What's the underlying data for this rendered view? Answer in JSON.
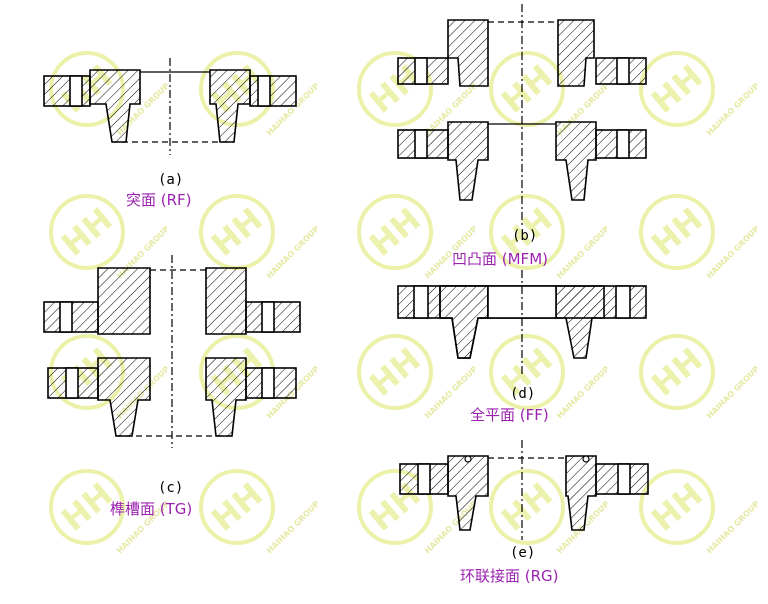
{
  "watermark": {
    "mark_text": "HH",
    "company": "HAIHAO GROUP",
    "color": "#e9ee9a"
  },
  "panels": {
    "a": {
      "letter": "(a)",
      "name": "突面 (RF)"
    },
    "b": {
      "letter": "(b)",
      "name": "凹凸面 (MFM)"
    },
    "c": {
      "letter": "(c)",
      "name": "榫槽面 (TG)"
    },
    "d": {
      "letter": "(d)",
      "name": "全平面 (FF)"
    },
    "e": {
      "letter": "(e)",
      "name": "环联接面 (RG)"
    }
  },
  "colors": {
    "label": "#9b23b0",
    "line": "#000000"
  }
}
